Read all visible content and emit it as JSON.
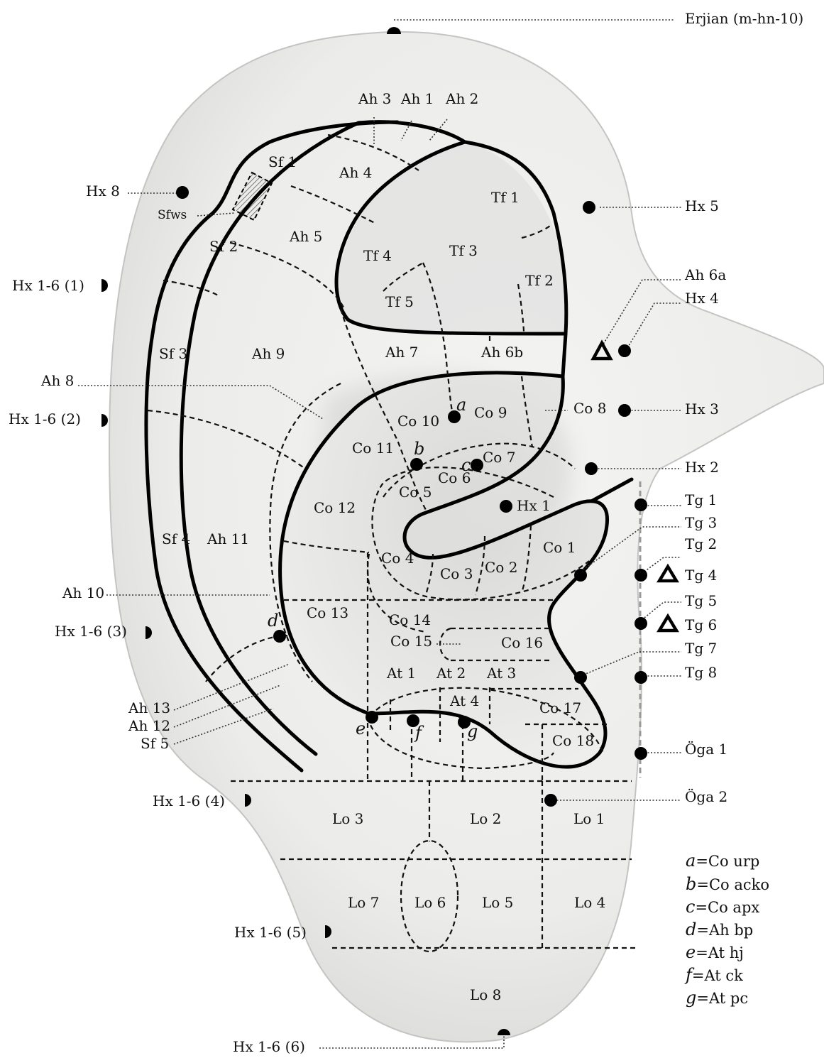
{
  "header": {
    "erjian": "Erjian (m-hn-10)"
  },
  "zones": {
    "sf1": "Sf 1",
    "sf2": "Sf 2",
    "sf3": "Sf 3",
    "sf4": "Sf 4",
    "sf5": "Sf 5",
    "sfws": "Sfws",
    "ah1": "Ah 1",
    "ah2": "Ah 2",
    "ah3": "Ah 3",
    "ah4": "Ah 4",
    "ah5": "Ah 5",
    "ah6a": "Ah 6a",
    "ah6b": "Ah 6b",
    "ah7": "Ah 7",
    "ah8": "Ah 8",
    "ah9": "Ah 9",
    "ah10": "Ah 10",
    "ah11": "Ah 11",
    "ah12": "Ah 12",
    "ah13": "Ah 13",
    "tf1": "Tf 1",
    "tf2": "Tf 2",
    "tf3": "Tf 3",
    "tf4": "Tf 4",
    "tf5": "Tf 5",
    "co1": "Co 1",
    "co2": "Co 2",
    "co3": "Co 3",
    "co4": "Co 4",
    "co5": "Co 5",
    "co6": "Co 6",
    "co7": "Co 7",
    "co8": "Co 8",
    "co9": "Co 9",
    "co10": "Co 10",
    "co11": "Co 11",
    "co12": "Co 12",
    "co13": "Co 13",
    "co14": "Co 14",
    "co15": "Co 15",
    "co16": "Co 16",
    "co17": "Co 17",
    "co18": "Co 18",
    "at1": "At 1",
    "at2": "At 2",
    "at3": "At 3",
    "at4": "At 4",
    "lo1": "Lo 1",
    "lo2": "Lo 2",
    "lo3": "Lo 3",
    "lo4": "Lo 4",
    "lo5": "Lo 5",
    "lo6": "Lo 6",
    "lo7": "Lo 7",
    "lo8": "Lo 8"
  },
  "points": {
    "hx1": "Hx 1",
    "hx2": "Hx 2",
    "hx3": "Hx 3",
    "hx4": "Hx 4",
    "hx5": "Hx 5",
    "hx8": "Hx 8",
    "hx16_1": "Hx 1-6 (1)",
    "hx16_2": "Hx 1-6 (2)",
    "hx16_3": "Hx 1-6 (3)",
    "hx16_4": "Hx 1-6 (4)",
    "hx16_5": "Hx 1-6 (5)",
    "hx16_6": "Hx 1-6 (6)",
    "tg1": "Tg 1",
    "tg2": "Tg 2",
    "tg3": "Tg 3",
    "tg4": "Tg 4",
    "tg5": "Tg 5",
    "tg6": "Tg 6",
    "tg7": "Tg 7",
    "tg8": "Tg 8",
    "oga1": "Öga 1",
    "oga2": "Öga 2"
  },
  "letters": {
    "a": "a",
    "b": "b",
    "c": "c",
    "d": "d",
    "e": "e",
    "f": "f",
    "g": "g"
  },
  "legend": [
    {
      "letter": "a",
      "text": "=Co urp"
    },
    {
      "letter": "b",
      "text": "=Co acko"
    },
    {
      "letter": "c",
      "text": "=Co apx"
    },
    {
      "letter": "d",
      "text": "=Ah bp"
    },
    {
      "letter": "e",
      "text": "=At hj"
    },
    {
      "letter": "f",
      "text": "=At ck"
    },
    {
      "letter": "g",
      "text": "=At pc"
    }
  ]
}
